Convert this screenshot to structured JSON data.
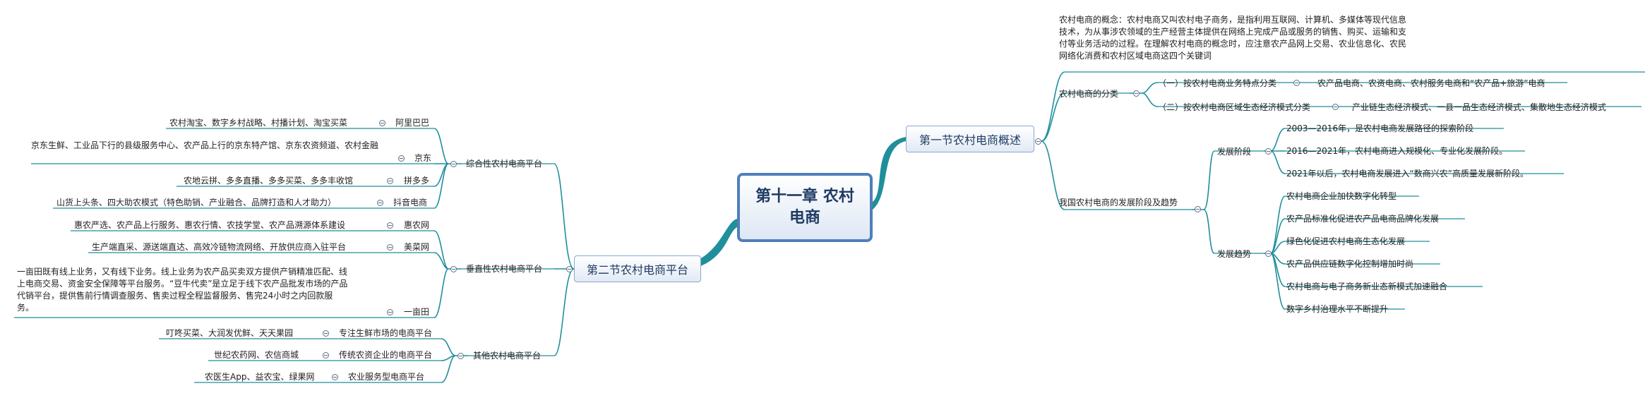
{
  "root": "第十一章 农村电商",
  "section1": {
    "title": "第一节农村电商概述",
    "concept": "农村电商的概念：农村电商又叫农村电子商务，是指利用互联网、计算机、多媒体等现代信息技术，为从事涉农领域的生产经营主体提供在网络上完成产品或服务的销售、购买、运输和支付等业务活动的过程。在理解农村电商的概念时，应注意农产品网上交易、农业信息化、农民网络化消费和农村区域电商这四个关键词",
    "classification": {
      "label": "农村电商的分类",
      "items": [
        {
          "label": "（一）按农村电商业务特点分类",
          "detail": "农产品电商、农资电商、农村服务电商和“农产品+旅游”电商"
        },
        {
          "label": "（二）按农村电商区域生态经济模式分类",
          "detail": "产业链生态经济模式、一县一品生态经济模式、集散地生态经济模式"
        }
      ]
    },
    "development": {
      "label": "我国农村电商的发展阶段及趋势",
      "stages": {
        "label": "发展阶段",
        "items": [
          "2003—2016年，是农村电商发展路径的探索阶段",
          "2016—2021年，农村电商进入规模化、专业化发展阶段。",
          "2021年以后，农村电商发展进入“数商兴农”高质量发展新阶段。"
        ]
      },
      "trends": {
        "label": "发展趋势",
        "items": [
          "农村电商企业加快数字化转型",
          "农产品标准化促进农产品电商品牌化发展",
          "绿色化促进农村电商生态化发展",
          "农产品供应链数字化控制增加时尚",
          "农村电商与电子商务新业态新模式加速融合",
          "数字乡村治理水平不断提升"
        ]
      }
    }
  },
  "section2": {
    "title": "第二节农村电商平台",
    "groups": [
      {
        "label": "综合性农村电商平台",
        "items": [
          {
            "name": "阿里巴巴",
            "detail": "农村淘宝、数字乡村战略、村播计划、淘宝买菜"
          },
          {
            "name": "京东",
            "detail": "京东生鲜、工业品下行的县级服务中心、农产品上行的京东特产馆、京东农资频道、农村金融"
          },
          {
            "name": "拼多多",
            "detail": "农地云拼、多多直播、多多买菜、多多丰收馆"
          },
          {
            "name": "抖音电商",
            "detail": "山货上头条、四大助农模式（特色助销、产业融合、品牌打造和人才助力）"
          }
        ]
      },
      {
        "label": "垂直性农村电商平台",
        "items": [
          {
            "name": "惠农网",
            "detail": "惠农严选、农产品上行服务、惠农行情、农技学堂、农产品溯源体系建设"
          },
          {
            "name": "美菜网",
            "detail": "生产端直采、源送端直达、高效冷链物流网络、开放供应商入驻平台"
          },
          {
            "name": "一亩田",
            "detail": "一亩田既有线上业务，又有线下业务。线上业务为农产品买卖双方提供产销精准匹配、线上电商交易、资金安全保障等平台服务。“豆牛代卖”是立足于线下农产品批发市场的产品代销平台，提供售前行情调查服务、售卖过程全程监督服务、售完24小时之内回款服务。"
          }
        ]
      },
      {
        "label": "其他农村电商平台",
        "items": [
          {
            "name": "专注生鲜市场的电商平台",
            "detail": "叮咚买菜、大润发优鲜、天天果园"
          },
          {
            "name": "传统农资企业的电商平台",
            "detail": "世纪农药网、农信商城"
          },
          {
            "name": "农业服务型电商平台",
            "detail": "农医生App、益农宝、绿果网"
          }
        ]
      }
    ]
  }
}
